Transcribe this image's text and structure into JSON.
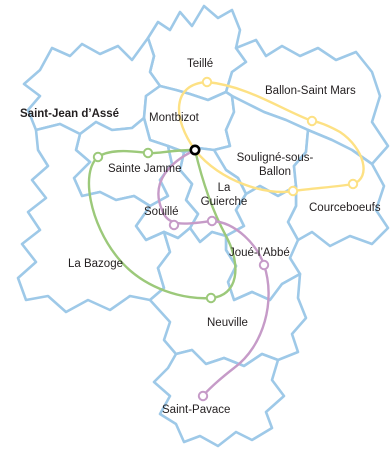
{
  "map": {
    "communes": {
      "teille": "Teillé",
      "ballon_saint_mars": "Ballon-Saint Mars",
      "saint_jean_dasse": "Saint-Jean d’Assé",
      "montbizot": "Montbizot",
      "sainte_jamme": "Sainte Jamme",
      "souligne_sous_ballon_1": "Souligné-sous-",
      "souligne_sous_ballon_2": "Ballon",
      "la_guierche_1": "La",
      "la_guierche_2": "Guierche",
      "courceboeufs": "Courceboeufs",
      "souille": "Souillé",
      "joue_labbe": "Joué-l’Abbé",
      "la_bazoge": "La Bazoge",
      "neuville": "Neuville",
      "saint_pavace": "Saint-Pavace"
    },
    "routes": [
      {
        "color": "#fde184"
      },
      {
        "color": "#9cc97a"
      },
      {
        "color": "#c69bc8"
      }
    ],
    "central_stop_color": "#000000"
  }
}
